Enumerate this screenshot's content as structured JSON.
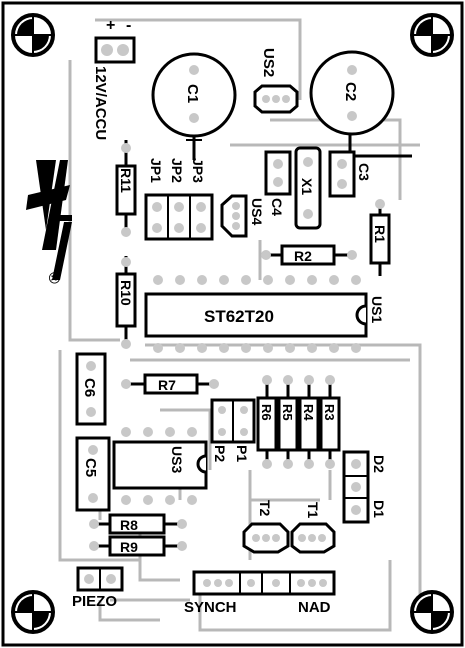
{
  "board": {
    "colors": {
      "silk": "#000000",
      "trace": "#b8b8b8",
      "pad": "#c8c8c8",
      "paper": "#ffffff"
    },
    "logo": {
      "text": "AVT",
      "registered": "®"
    },
    "labels": {
      "plus": "+",
      "minus": "-",
      "power": "12V/ACCU",
      "c1": "C1",
      "c2": "C2",
      "us2": "US2",
      "r11": "R11",
      "jp1": "JP1",
      "jp2": "JP2",
      "jp3": "JP3",
      "c4": "C4",
      "x1": "X1",
      "c3": "C3",
      "us4": "US4",
      "r1": "R1",
      "r2": "R2",
      "r10": "R10",
      "mcu": "ST62T20",
      "us1": "US1",
      "c6": "C6",
      "r7": "R7",
      "r6": "R6",
      "r5": "R5",
      "r4": "R4",
      "r3": "R3",
      "p1": "P1",
      "p2": "P2",
      "c5": "C5",
      "us3": "US3",
      "d2": "D2",
      "d1": "D1",
      "t2": "T2",
      "t1": "T1",
      "r8": "R8",
      "r9": "R9",
      "piezo": "PIEZO",
      "synch": "SYNCH",
      "nad": "NAD"
    }
  }
}
